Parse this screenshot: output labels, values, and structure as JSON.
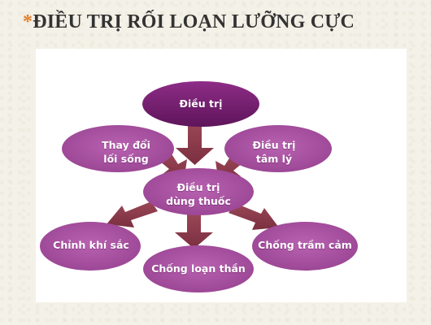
{
  "slide": {
    "bullet": "*",
    "title": "ĐIỀU TRỊ RỐI LOẠN LƯỠNG CỰC"
  },
  "diagram": {
    "nodes": {
      "top": "Điều trị",
      "left_top_1": "Thay đổi",
      "left_top_2": "lối sống",
      "right_top_1": "Điều trị",
      "right_top_2": "tâm lý",
      "center_1": "Điều trị",
      "center_2": "dùng thuốc",
      "bottom_left": "Chỉnh khí sắc",
      "bottom_center": "Chống loạn thần",
      "bottom_right": "Chống trầm cảm"
    },
    "colors": {
      "node_light": "#b25cab",
      "node_dark": "#6e1f6a",
      "arrow": "#8a3a4b"
    }
  }
}
